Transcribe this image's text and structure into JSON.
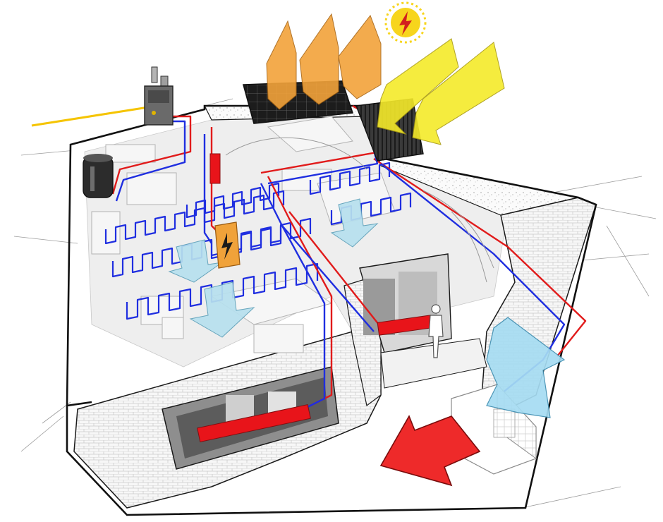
{
  "diagram": {
    "components": [
      {
        "id": "sun",
        "icon": "sun-lightning-icon"
      },
      {
        "id": "pv-panels",
        "icon": "solar-pv-panel-icon"
      },
      {
        "id": "solar-thermal-collector",
        "icon": "solar-thermal-collector-icon"
      },
      {
        "id": "gas-boiler",
        "icon": "boiler-icon"
      },
      {
        "id": "hot-water-tank",
        "icon": "water-tank-icon"
      },
      {
        "id": "inverter",
        "icon": "lightning-inverter-icon"
      },
      {
        "id": "underfloor-heating",
        "icon": "floor-heating-loop-icon"
      },
      {
        "id": "radiators",
        "icon": "radiator-icon"
      },
      {
        "id": "heat-pump-outdoor-unit",
        "icon": "heat-pump-icon"
      },
      {
        "id": "person",
        "icon": "person-icon"
      }
    ],
    "arrows": [
      {
        "id": "sunlight-to-pv",
        "color": "#f2a33a"
      },
      {
        "id": "sunlight-to-collector",
        "color": "#f5ea2a"
      },
      {
        "id": "heat-pump-intake",
        "color": "#a6dcf2"
      },
      {
        "id": "heat-pump-output",
        "color": "#ee2a2a"
      },
      {
        "id": "room-cooling",
        "color": "#b7e0ee"
      }
    ],
    "colors": {
      "hot_pipe": "#e11b1b",
      "cold_pipe": "#1f2ee0",
      "radiator": "#e8141a",
      "sun": "#f7d51c",
      "inverter": "#f0a23a",
      "gas_line": "#f5c400",
      "outline": "#1a1a1a"
    }
  }
}
